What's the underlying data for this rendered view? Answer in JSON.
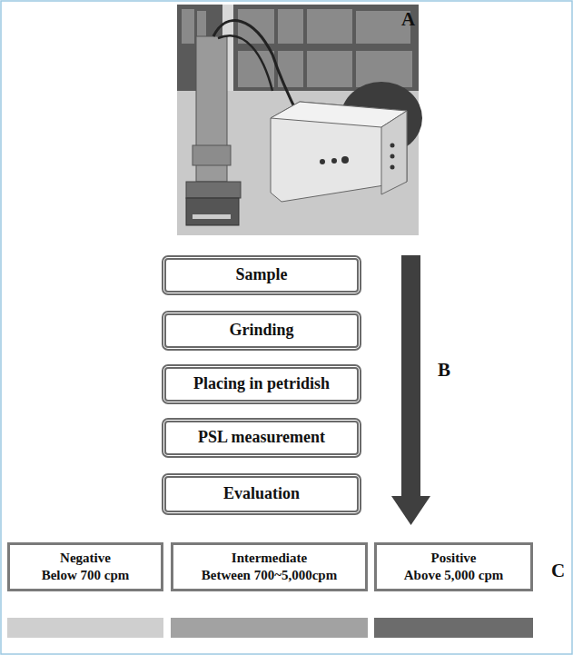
{
  "diagram": {
    "nodes": [
      {
        "text": [
          "Sample"
        ]
      },
      {
        "text": [
          "Grinding"
        ]
      },
      {
        "text": [
          "Placing in petridish"
        ]
      },
      {
        "text": [
          "PSL measurement"
        ]
      },
      {
        "text": [
          "Evaluation"
        ]
      },
      {
        "text": [
          "Negative",
          "Below 700 cpm"
        ]
      },
      {
        "text": [
          "Intermediate",
          "Between 700~5,000cpm"
        ]
      },
      {
        "text": [
          "Positive",
          "Above 5,000 cpm"
        ]
      }
    ],
    "labels": [
      "A",
      "B",
      "C"
    ]
  }
}
